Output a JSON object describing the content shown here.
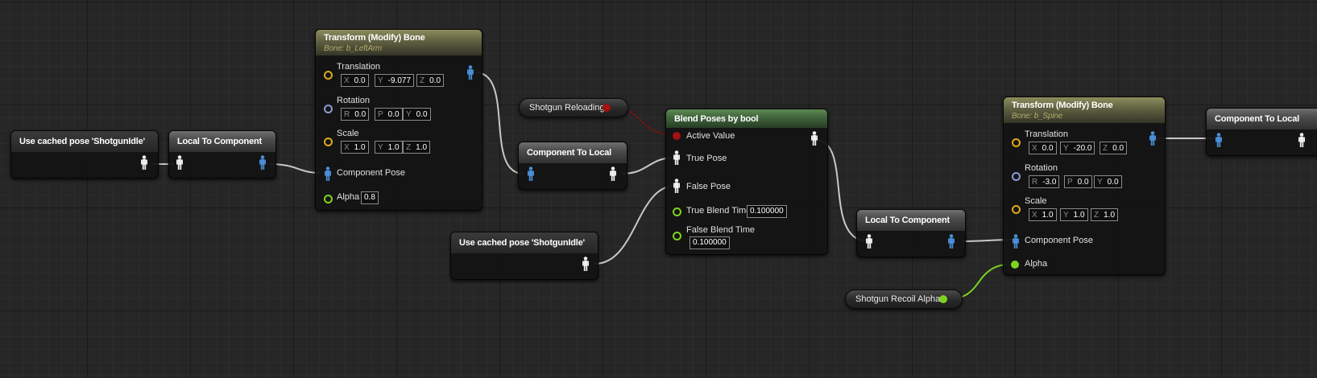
{
  "nodes": {
    "cached1": {
      "title": "Use cached pose 'ShotgunIdle'"
    },
    "ltc1": {
      "title": "Local To Component"
    },
    "tmb1": {
      "title": "Transform (Modify) Bone",
      "subtitle": "Bone: b_LeftArm",
      "translation_label": "Translation",
      "translation": {
        "x": "0.0",
        "y": "-9.077",
        "z": "0.0"
      },
      "rotation_label": "Rotation",
      "rotation": {
        "r": "0.0",
        "p": "0.0",
        "y": "0.0"
      },
      "scale_label": "Scale",
      "scale": {
        "x": "1.0",
        "y": "1.0",
        "z": "1.0"
      },
      "component_pose_label": "Component Pose",
      "alpha_label": "Alpha",
      "alpha": "0.8"
    },
    "shotgun_reloading": {
      "title": "Shotgun Reloading"
    },
    "ctl1": {
      "title": "Component To Local"
    },
    "cached2": {
      "title": "Use cached pose 'ShotgunIdle'"
    },
    "blend": {
      "title": "Blend Poses by bool",
      "active_value_label": "Active Value",
      "true_pose_label": "True Pose",
      "false_pose_label": "False Pose",
      "true_blend_time_label": "True Blend Time",
      "true_blend_time": "0.100000",
      "false_blend_time_label": "False Blend Time",
      "false_blend_time": "0.100000"
    },
    "ltc2": {
      "title": "Local To Component"
    },
    "recoil_alpha": {
      "title": "Shotgun Recoil Alpha"
    },
    "tmb2": {
      "title": "Transform (Modify) Bone",
      "subtitle": "Bone: b_Spine",
      "translation_label": "Translation",
      "translation": {
        "x": "0.0",
        "y": "-20.0",
        "z": "0.0"
      },
      "rotation_label": "Rotation",
      "rotation": {
        "r": "-3.0",
        "p": "0.0",
        "y": "0.0"
      },
      "scale_label": "Scale",
      "scale": {
        "x": "1.0",
        "y": "1.0",
        "z": "1.0"
      },
      "component_pose_label": "Component Pose",
      "alpha_label": "Alpha"
    },
    "ctl2": {
      "title": "Component To Local"
    }
  },
  "axis_letters": {
    "x": "X",
    "y": "Y",
    "z": "Z",
    "r": "R",
    "p": "P"
  },
  "colors": {
    "background": "#262626",
    "exec_pose_wire": "#c8c8c8",
    "bool_wire": "#8b0d0d",
    "float_wire": "#7ed321",
    "pose_pin_blue": "#4a8fd8",
    "pose_pin_white": "#f0f0f0",
    "vector_pin": "#e0a81c",
    "rotator_pin": "#8b9bd6",
    "float_pin": "#7ed321",
    "bool_pin": "#a51010",
    "header_olive": "#5f6041",
    "header_green": "#3f633a",
    "header_grey": "#4c4c4c"
  }
}
